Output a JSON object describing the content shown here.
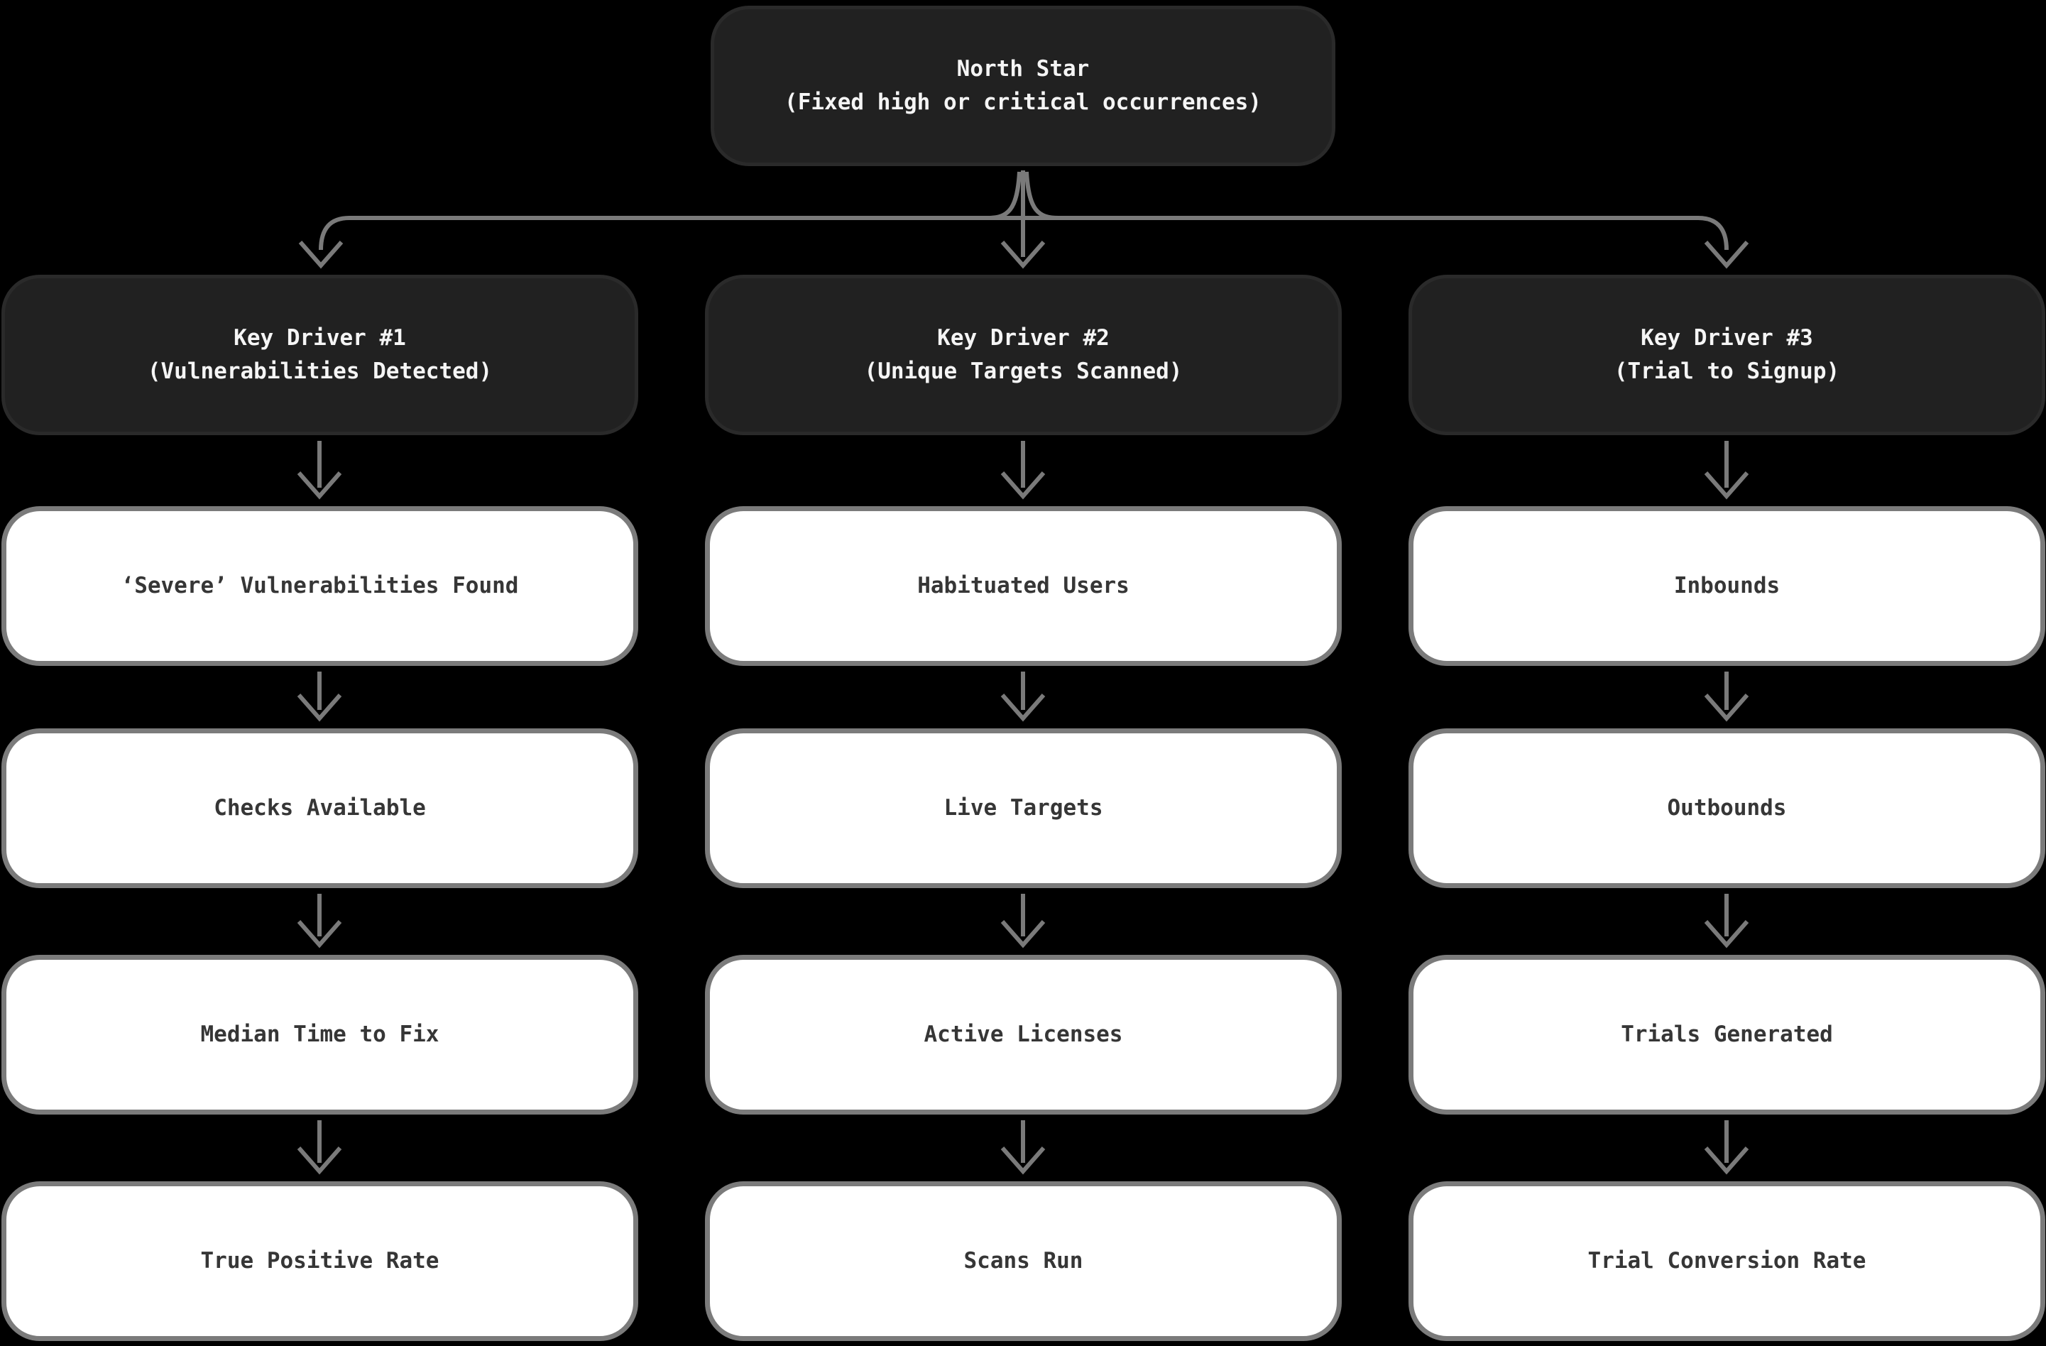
{
  "diagram": {
    "north_star": {
      "title": "North Star",
      "subtitle": "(Fixed high or critical occurrences)"
    },
    "columns": [
      {
        "driver_title": "Key Driver #1",
        "driver_subtitle": "(Vulnerabilities Detected)",
        "metrics": [
          "‘Severe’ Vulnerabilities Found",
          "Checks Available",
          "Median Time to Fix",
          "True Positive Rate"
        ]
      },
      {
        "driver_title": "Key Driver #2",
        "driver_subtitle": "(Unique Targets Scanned)",
        "metrics": [
          "Habituated Users",
          "Live Targets",
          "Active Licenses",
          "Scans Run"
        ]
      },
      {
        "driver_title": "Key Driver #3",
        "driver_subtitle": "(Trial to Signup)",
        "metrics": [
          "Inbounds",
          "Outbounds",
          "Trials Generated",
          "Trial Conversion Rate"
        ]
      }
    ],
    "colors": {
      "background": "#000000",
      "node_dark_fill": "#212121",
      "node_dark_border": "#2a2a2a",
      "node_dark_text": "#f5f5f5",
      "node_light_fill": "#ffffff",
      "node_light_border": "#7b7b7b",
      "node_light_text": "#363636",
      "connector": "#7a7a7a"
    }
  }
}
